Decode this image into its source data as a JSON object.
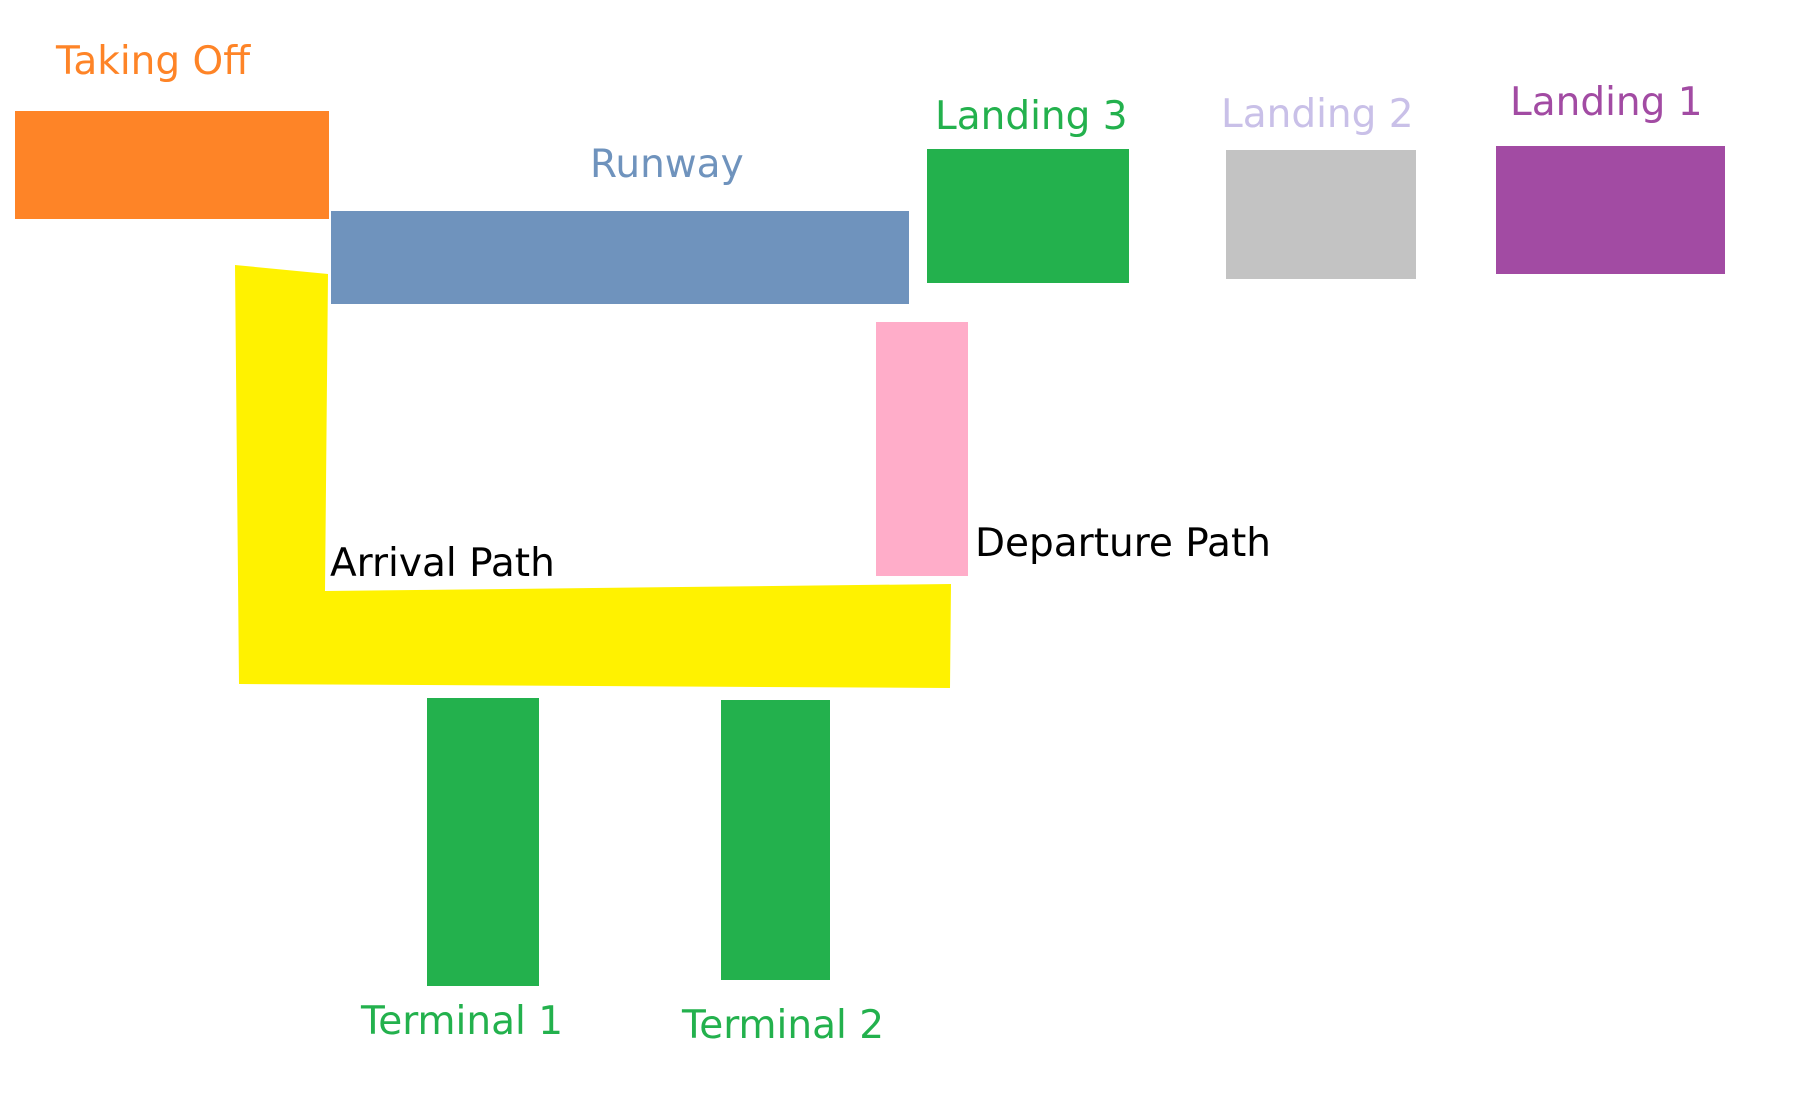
{
  "labels": {
    "taking_off": "Taking Off",
    "runway": "Runway",
    "landing_3": "Landing 3",
    "landing_2": "Landing 2",
    "landing_1": "Landing 1",
    "arrival_path": "Arrival Path",
    "departure_path": "Departure Path",
    "terminal_1": "Terminal 1",
    "terminal_2": "Terminal 2"
  },
  "colors": {
    "taking_off": "#fe8427",
    "runway": "#6f93bd",
    "landing_3": "#23b14d",
    "landing_2_label": "#c9c0e8",
    "landing_2_block": "#c3c3c3",
    "landing_1": "#a24ba3",
    "arrival_path": "#fff200",
    "departure_path": "#ffadc9",
    "terminal": "#23b14d",
    "path_label": "#000000"
  }
}
